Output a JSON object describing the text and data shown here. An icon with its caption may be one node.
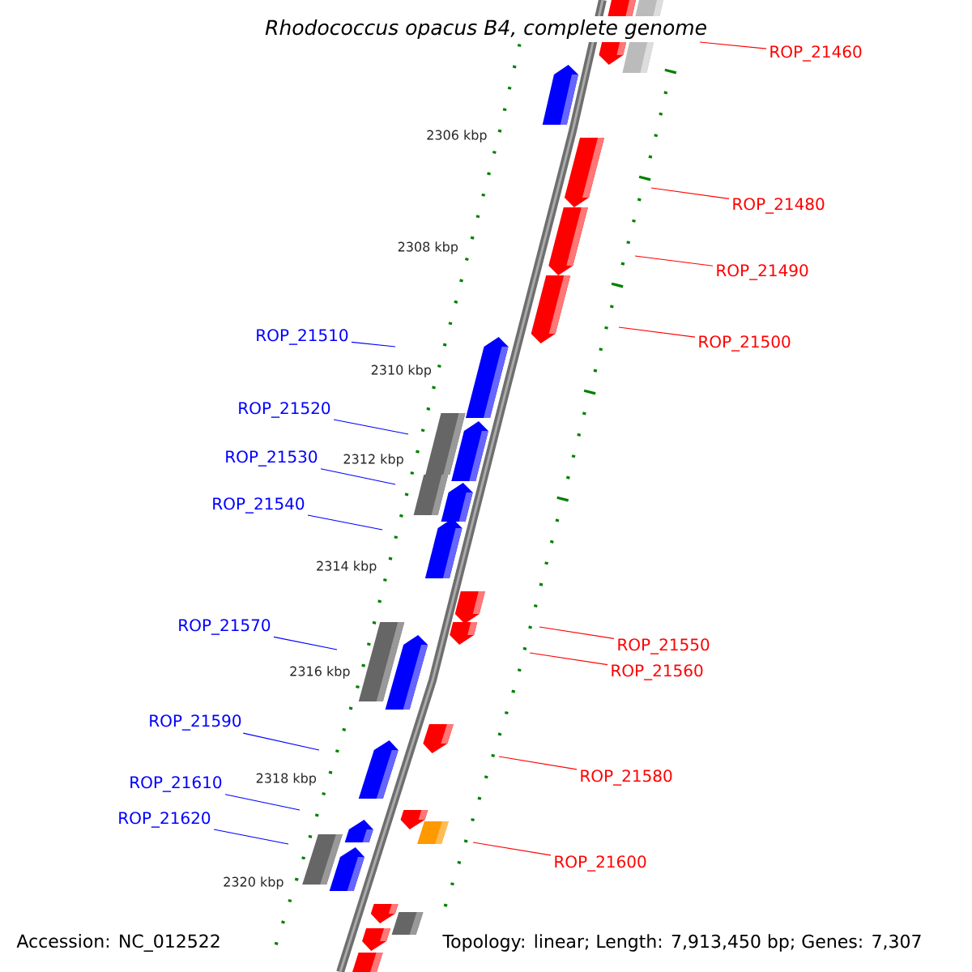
{
  "diagram": {
    "title": "Rhodococcus opacus B4, complete genome",
    "nodes": [
      {
        "text": [
          "ROP_21460"
        ]
      },
      {
        "text": [
          "ROP_21480"
        ]
      },
      {
        "text": [
          "ROP_21490"
        ]
      },
      {
        "text": [
          "ROP_21500"
        ]
      },
      {
        "text": [
          "ROP_21510"
        ]
      },
      {
        "text": [
          "ROP_21520"
        ]
      },
      {
        "text": [
          "ROP_21530"
        ]
      },
      {
        "text": [
          "ROP_21540"
        ]
      },
      {
        "text": [
          "ROP_21570"
        ]
      },
      {
        "text": [
          "ROP_21550"
        ]
      },
      {
        "text": [
          "ROP_21560"
        ]
      },
      {
        "text": [
          "ROP_21590"
        ]
      },
      {
        "text": [
          "ROP_21580"
        ]
      },
      {
        "text": [
          "ROP_21610"
        ]
      },
      {
        "text": [
          "ROP_21620"
        ]
      },
      {
        "text": [
          "ROP_21600"
        ]
      }
    ],
    "edges": [
      {
        "from": 0,
        "to": null,
        "arrow": "none",
        "color": "#ff0000"
      },
      {
        "from": 1,
        "to": null,
        "arrow": "none",
        "color": "#ff0000"
      },
      {
        "from": 2,
        "to": null,
        "arrow": "none",
        "color": "#ff0000"
      },
      {
        "from": 3,
        "to": null,
        "arrow": "none",
        "color": "#ff0000"
      },
      {
        "from": 4,
        "to": null,
        "arrow": "none",
        "color": "#0000ff"
      },
      {
        "from": 5,
        "to": null,
        "arrow": "none",
        "color": "#0000ff"
      },
      {
        "from": 6,
        "to": null,
        "arrow": "none",
        "color": "#0000ff"
      },
      {
        "from": 7,
        "to": null,
        "arrow": "none",
        "color": "#0000ff"
      },
      {
        "from": 8,
        "to": null,
        "arrow": "none",
        "color": "#0000ff"
      },
      {
        "from": 9,
        "to": null,
        "arrow": "none",
        "color": "#ff0000"
      },
      {
        "from": 10,
        "to": null,
        "arrow": "none",
        "color": "#ff0000"
      },
      {
        "from": 11,
        "to": null,
        "arrow": "none",
        "color": "#0000ff"
      },
      {
        "from": 12,
        "to": null,
        "arrow": "none",
        "color": "#ff0000"
      },
      {
        "from": 13,
        "to": null,
        "arrow": "none",
        "color": "#0000ff"
      },
      {
        "from": 14,
        "to": null,
        "arrow": "none",
        "color": "#0000ff"
      },
      {
        "from": 15,
        "to": null,
        "arrow": "none",
        "color": "#ff0000"
      }
    ],
    "labels": [
      "2306 kbp",
      "2308 kbp",
      "2310 kbp",
      "2312 kbp",
      "2314 kbp",
      "2316 kbp",
      "2318 kbp",
      "2320 kbp",
      "Accession: NC_012522",
      "Topology: linear; Length: 7,913,450 bp; Genes: 7,307"
    ]
  }
}
